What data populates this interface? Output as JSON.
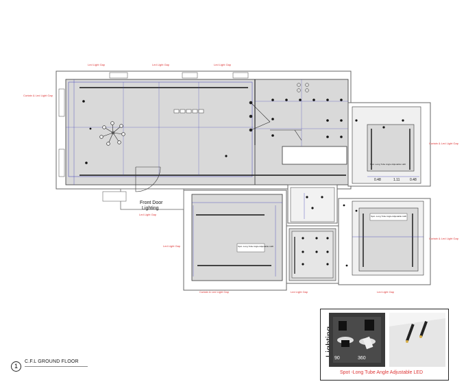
{
  "plan": {
    "notes": {
      "led_gap_1": "Led Light Gap",
      "led_gap_2": "Led Light Gap",
      "led_gap_3": "Led Light Gap",
      "curtain_gap_left": "Curtain & Led Light Gap",
      "curtain_gap_right1": "Curtain & Led Light Gap",
      "curtain_gap_right2": "Curtain & Led Light Gap",
      "led_gap_front": "Led Light Gap",
      "led_gap_mid": "Led Light Gap",
      "curtain_gap_bottom": "Curtain & Led Light Gap",
      "led_gap_bottom1": "Led Light Gap",
      "led_gap_bottom2": "Led Light Gap",
      "spot_tag_1": "Spot -Long Tube Angle Adjustable LED",
      "spot_tag_2": "Spot -Long Tube Angle Adjustable LED",
      "spot_tag_3": "Spot -Long Tube Angle Adjustable LED"
    },
    "front_door": "Front Door",
    "lighting_word": "Lighting",
    "dims": {
      "d1": "0.48",
      "d2": "1.11",
      "d3": "0.48"
    }
  },
  "sheet": {
    "number": "1",
    "title": "C.F.L GROUND FLOOR"
  },
  "legend": {
    "vertical_title": "Lighting",
    "angle1": "90",
    "angle2": "360",
    "caption": "Spot -Long Tube Angle Adjustable LED"
  }
}
